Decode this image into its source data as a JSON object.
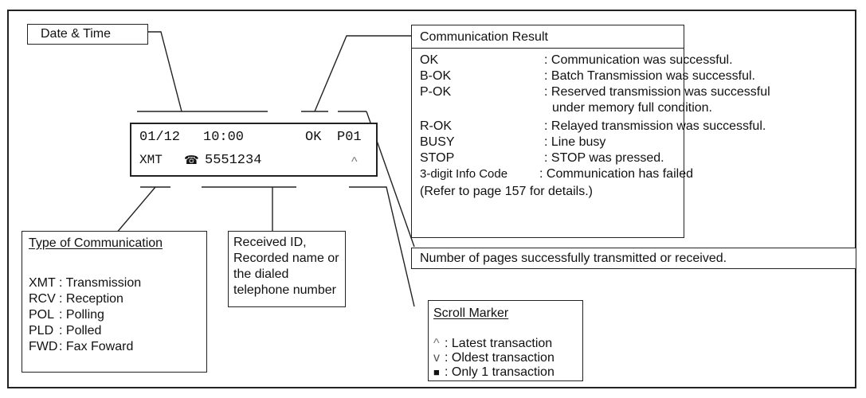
{
  "date_time_label": "Date & Time",
  "display": {
    "line1": {
      "date": "01/12",
      "time": "10:00",
      "result": "OK",
      "page": "P01"
    },
    "line2": {
      "type": "XMT",
      "phone_symbol": "☎",
      "number": "5551234",
      "marker": "^"
    }
  },
  "communication_result": {
    "title": "Communication Result",
    "rows": [
      {
        "code": "OK",
        "desc": ": Communication was successful."
      },
      {
        "code": "B-OK",
        "desc": ": Batch Transmission was successful."
      },
      {
        "code": "P-OK",
        "desc": ": Reserved transmission was successful"
      },
      {
        "code": "",
        "desc": "under memory full condition."
      },
      {
        "code": "R-OK",
        "desc": ": Relayed transmission was successful."
      },
      {
        "code": "BUSY",
        "desc": ": Line busy"
      },
      {
        "code": "STOP",
        "desc": ": STOP was pressed."
      },
      {
        "code": "3-digit Info Code",
        "desc": ": Communication has failed"
      }
    ],
    "note": "(Refer to page 157 for details.)"
  },
  "pages_label": "Number of pages successfully transmitted or received.",
  "type_of_communication": {
    "title": "Type of Communication",
    "rows": [
      {
        "code": "XMT",
        "desc": ": Transmission"
      },
      {
        "code": "RCV",
        "desc": ": Reception"
      },
      {
        "code": "POL",
        "desc": ": Polling"
      },
      {
        "code": "PLD",
        "desc": ": Polled"
      },
      {
        "code": "FWD",
        "desc": ": Fax Foward"
      }
    ]
  },
  "received_id": {
    "lines": [
      "Received ID,",
      "Recorded name or",
      "the dialed",
      "telephone number"
    ]
  },
  "scroll_marker": {
    "title": "Scroll Marker",
    "rows": [
      {
        "symbol": "^",
        "desc": ": Latest transaction"
      },
      {
        "symbol": "v",
        "desc": ": Oldest transaction"
      },
      {
        "symbol": "■",
        "desc": ": Only 1 transaction"
      }
    ]
  }
}
